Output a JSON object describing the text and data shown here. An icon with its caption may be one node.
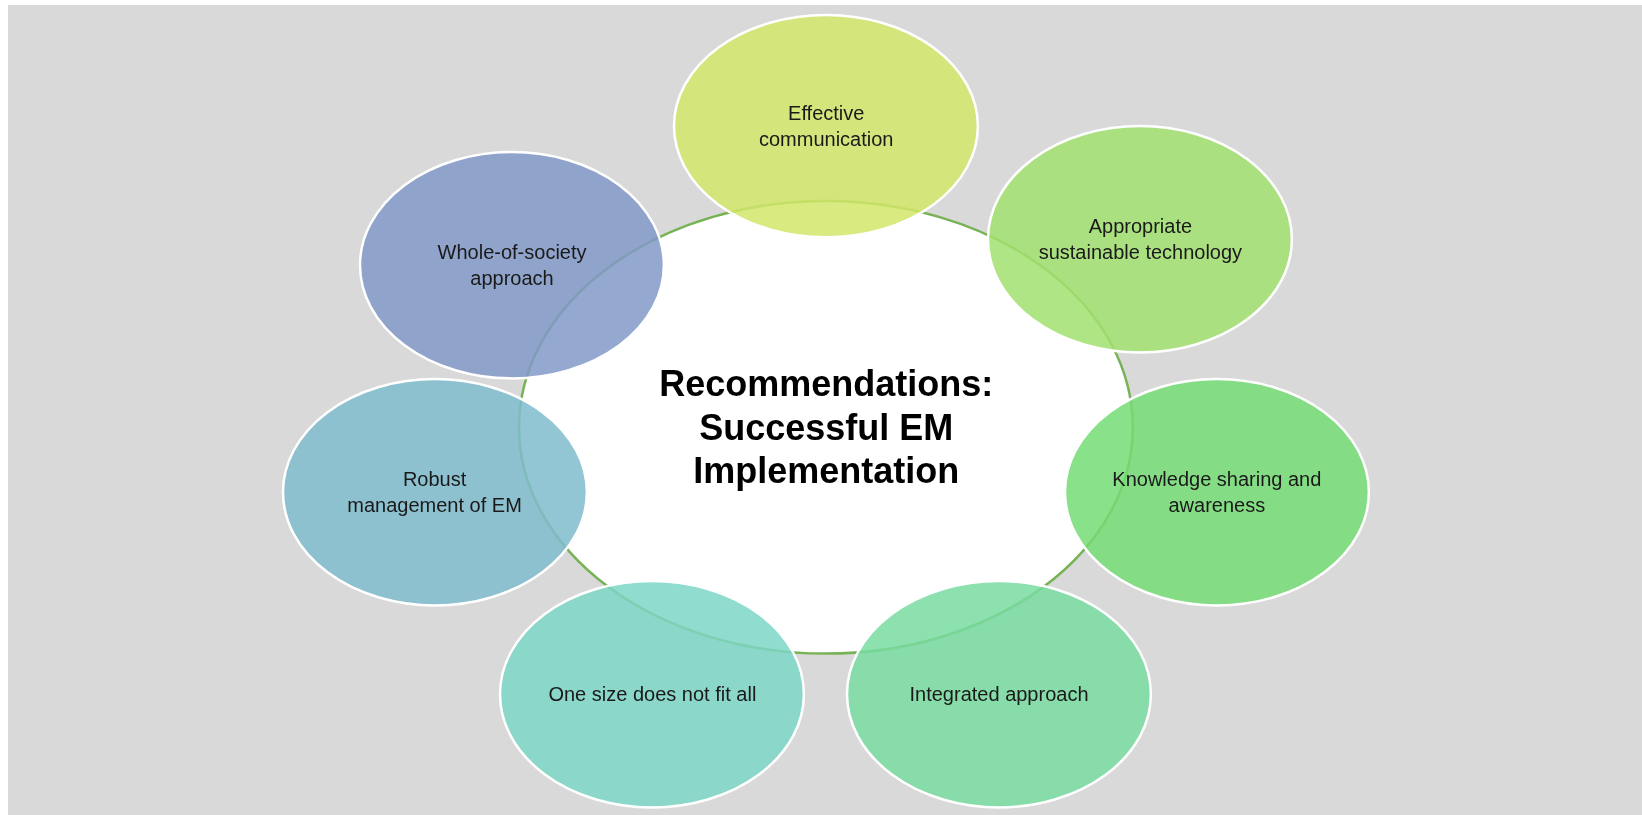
{
  "diagram": {
    "nodes": [
      {
        "text": [
          "Recommendations: Successful EM Implementation"
        ]
      },
      {
        "text": [
          "Effective communication"
        ]
      },
      {
        "text": [
          "Appropriate sustainable technology"
        ]
      },
      {
        "text": [
          "Knowledge sharing and awareness"
        ]
      },
      {
        "text": [
          "Integrated approach"
        ]
      },
      {
        "text": [
          "One size does not fit all"
        ]
      },
      {
        "text": [
          "Robust management of EM"
        ]
      },
      {
        "text": [
          "Whole-of-society approach"
        ]
      }
    ]
  }
}
